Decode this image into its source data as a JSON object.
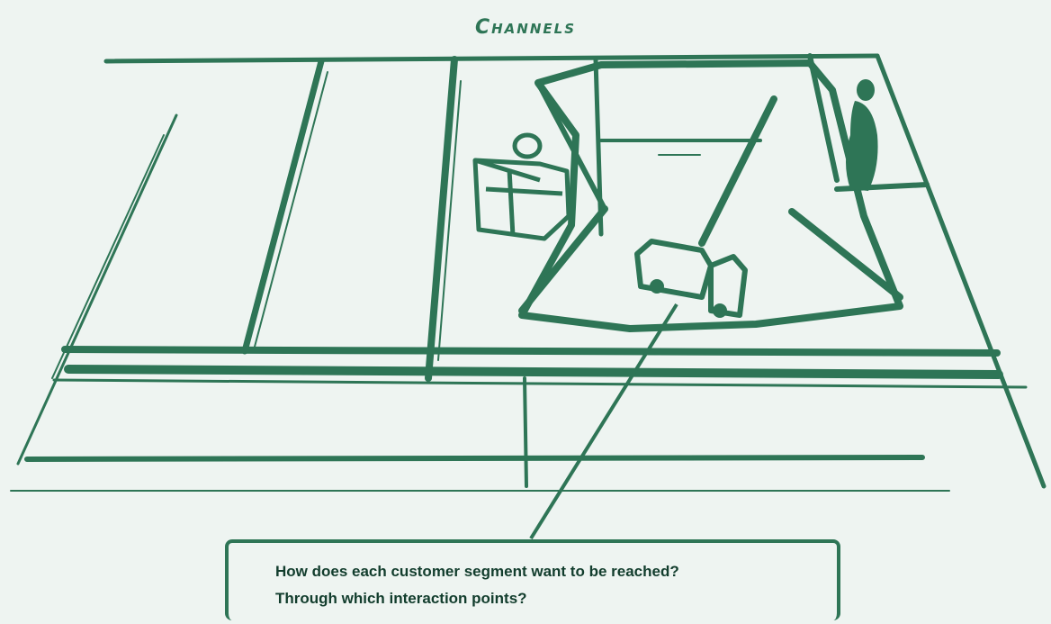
{
  "diagram": {
    "title": "Channels",
    "highlighted_block": "channels",
    "colors": {
      "ink": "#2e7556",
      "background": "#eef4f1",
      "text": "#123d2d"
    },
    "icons": [
      "gift-icon",
      "truck-icon",
      "person-icon"
    ]
  },
  "callout": {
    "line1": "How does each customer segment want to be reached?",
    "line2": "Through which interaction points?"
  }
}
